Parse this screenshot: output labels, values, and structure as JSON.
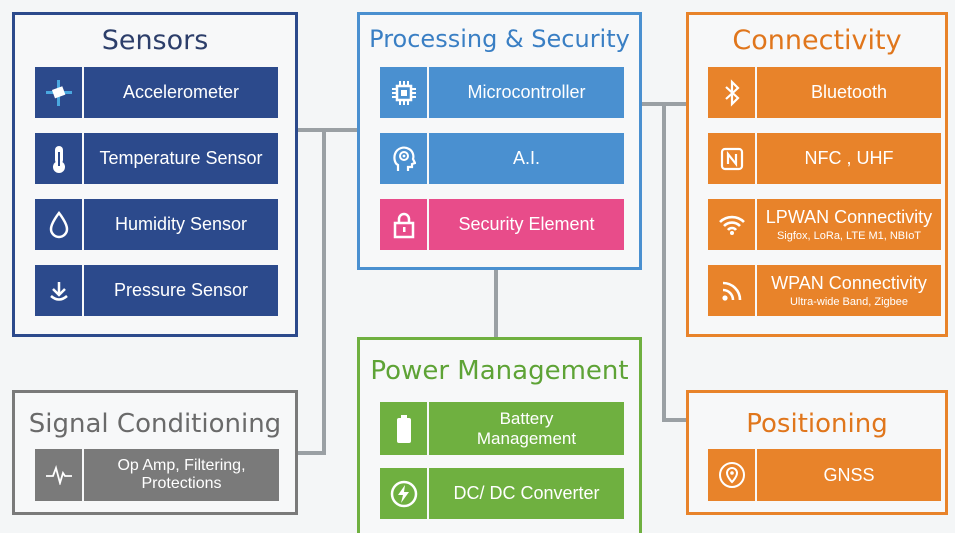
{
  "colors": {
    "sensors": "#2c4a8c",
    "processing": "#4a90d0",
    "security": "#e84c8a",
    "connectivity": "#e8832a",
    "power": "#6fb040",
    "signal": "#7a7a7a",
    "connector": "#9aa0a4"
  },
  "sensors": {
    "title": "Sensors",
    "items": [
      {
        "label": "Accelerometer",
        "icon": "accelerometer-icon"
      },
      {
        "label": "Temperature Sensor",
        "icon": "thermometer-icon"
      },
      {
        "label": "Humidity Sensor",
        "icon": "water-drop-icon"
      },
      {
        "label": "Pressure Sensor",
        "icon": "pressure-arrow-icon"
      }
    ]
  },
  "processing": {
    "title": "Processing & Security",
    "items": [
      {
        "label": "Microcontroller",
        "icon": "chip-icon"
      },
      {
        "label": "A.I.",
        "icon": "ai-head-icon"
      },
      {
        "label": "Security Element",
        "icon": "padlock-icon"
      }
    ]
  },
  "connectivity": {
    "title": "Connectivity",
    "items": [
      {
        "label": "Bluetooth",
        "sub": "",
        "icon": "bluetooth-icon"
      },
      {
        "label": "NFC , UHF",
        "sub": "",
        "icon": "nfc-icon"
      },
      {
        "label": "LPWAN Connectivity",
        "sub": "Sigfox, LoRa, LTE M1, NBIoT",
        "icon": "wifi-icon"
      },
      {
        "label": "WPAN Connectivity",
        "sub": "Ultra-wide Band, Zigbee",
        "icon": "rss-icon"
      }
    ]
  },
  "signal": {
    "title": "Signal Conditioning",
    "items": [
      {
        "label": "Op Amp, Filtering, Protections",
        "icon": "waveform-icon"
      }
    ]
  },
  "power": {
    "title": "Power Management",
    "items": [
      {
        "label": "Battery Management",
        "icon": "battery-icon"
      },
      {
        "label": "DC/ DC Converter",
        "icon": "power-bolt-icon"
      }
    ]
  },
  "positioning": {
    "title": "Positioning",
    "items": [
      {
        "label": "GNSS",
        "icon": "location-pin-icon"
      }
    ]
  }
}
